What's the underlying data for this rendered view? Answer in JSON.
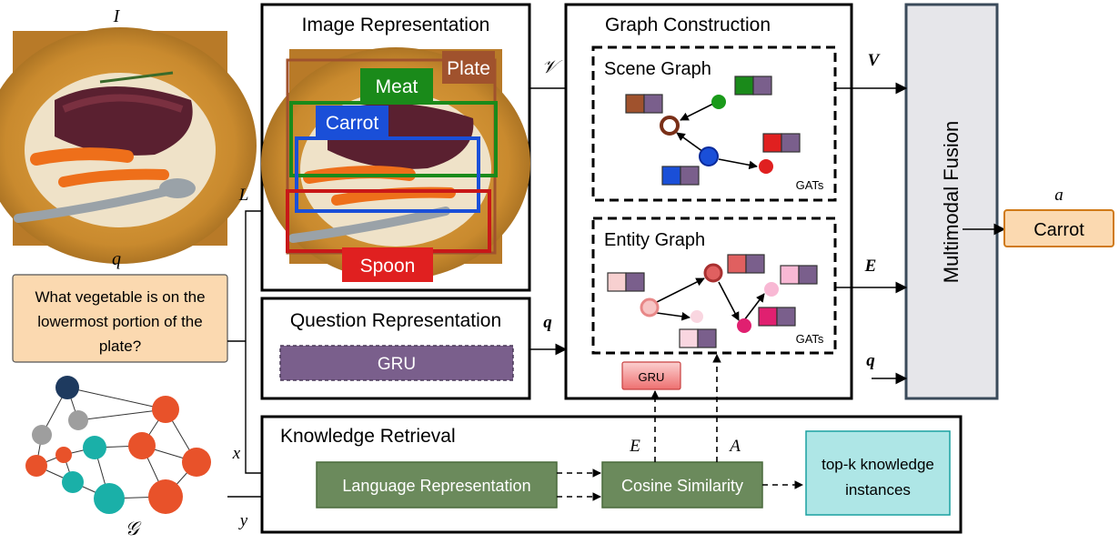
{
  "labels": {
    "image_symbol": "I",
    "question_symbol": "q",
    "graph_symbol": "𝒢",
    "answer_symbol": "a",
    "l_symbol": "L",
    "x_symbol": "x",
    "y_symbol": "y",
    "v_cal": "𝒱",
    "q_bold": "q",
    "v_bold": "V",
    "e_bold": "E",
    "q_bold2": "q",
    "e_italic": "E",
    "a_italic": "A"
  },
  "question": {
    "line1": "What vegetable is on the",
    "line2": "lowermost portion of the",
    "line3": "plate?"
  },
  "image_representation": {
    "title": "Image Representation",
    "boxes": {
      "plate": "Plate",
      "meat": "Meat",
      "carrot": "Carrot",
      "spoon": "Spoon"
    }
  },
  "question_representation": {
    "title": "Question Representation",
    "gru": "GRU"
  },
  "graph_construction": {
    "title": "Graph Construction",
    "scene_graph": "Scene Graph",
    "entity_graph": "Entity Graph",
    "gats_scene": "GATs",
    "gats_entity": "GATs",
    "gru": "GRU"
  },
  "fusion": {
    "label": "Multimodal Fusion"
  },
  "answer": {
    "label": "Carrot"
  },
  "knowledge_retrieval": {
    "title": "Knowledge Retrieval",
    "language_representation": "Language Representation",
    "cosine_similarity": "Cosine Similarity",
    "topk_line1": "top-k knowledge",
    "topk_line2": "instances"
  },
  "colors": {
    "plate": "#a0522d",
    "meat": "#1a8a1a",
    "carrot": "#1a4fd8",
    "spoon": "#e02020",
    "gru_purple": "#7a5f8c",
    "green_box": "#6b8a5c",
    "teal_box": "#aee6e6",
    "answer_orange": "#fbd9b0",
    "fusion_gray": "#e6e6ea"
  }
}
